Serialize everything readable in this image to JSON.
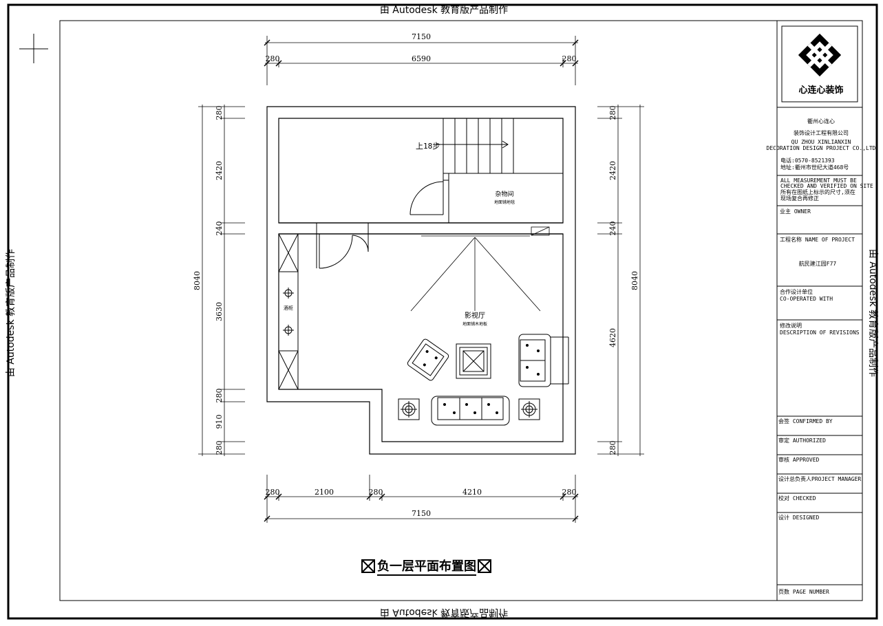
{
  "watermark": {
    "text": "由 Autodesk 教育版产品制作",
    "top_cut": "由 Autodesk 教育版产品制作",
    "bottom_mirror": "由 Autodesk 教育版产品制作"
  },
  "drawing": {
    "title": "负一层平面布置图",
    "rooms": {
      "storage": {
        "name": "杂物间",
        "sub": "地面铺地毯"
      },
      "theater": {
        "name": "影视厅",
        "sub": "地面铺木地板"
      }
    },
    "stair_label": "上18步",
    "cabinet_label": "酒柜",
    "dims": {
      "top_total": "7150",
      "top_parts": [
        "280",
        "6590",
        "280"
      ],
      "bottom_parts": [
        "280",
        "2100",
        "280",
        "4210",
        "280"
      ],
      "bottom_total": "7150",
      "left_parts": [
        "280",
        "2420",
        "240",
        "3630",
        "280",
        "910",
        "280"
      ],
      "left_total": "8040",
      "right_parts": [
        "280",
        "2420",
        "240",
        "4620",
        "280"
      ],
      "right_total": "8040"
    }
  },
  "title_block": {
    "logo_text": "心连心装饰",
    "company_cn_1": "衢州心连心",
    "company_cn_2": "装饰设计工程有限公司",
    "company_en_1": "QU ZHOU XINLIANXIN",
    "company_en_2": "DECORATION DESIGN PROJECT CO.,LTD",
    "phone": "电话:0570-8521393",
    "address": "地址:衢州市世纪大道468号",
    "note_1": "ALL MEASUREMENT MUST BE",
    "note_2": "CHECKED AND VERIFIED ON SITE",
    "note_3": "所有在图纸上标示的尺寸,须在",
    "note_4": "现场复合再修正",
    "owner": "业主 OWNER",
    "project_label": "工程名称 NAME OF PROJECT",
    "project_name": "航民建江园F77",
    "coop_1": "合作设计单位",
    "coop_2": "CO-OPERATED WITH",
    "revisions_1": "修改说明",
    "revisions_2": "DESCRIPTION OF REVISIONS",
    "confirmed": "会签 CONFIRMED BY",
    "authorized": "审定 AUTHORIZED",
    "approved": "审核 APPROVED",
    "manager": "设计总负责人PROJECT MANAGER",
    "checked": "校对 CHECKED",
    "designed": "设计 DESIGNED",
    "page_number": "页数 PAGE NUMBER"
  }
}
